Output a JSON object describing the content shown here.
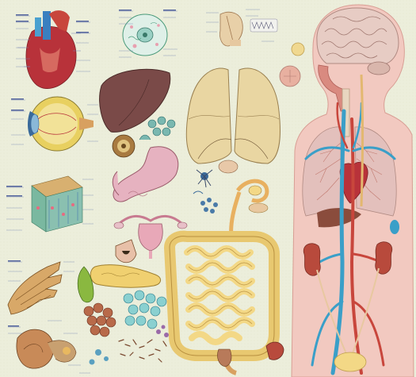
{
  "palette": {
    "background": "#eceedb",
    "torso_skin": "#f2c9c0",
    "heart_red": "#b8323a",
    "vein_blue": "#3a9fc8",
    "artery_red": "#c8463c",
    "liver": "#7a4a48",
    "lung": "#e9d6a2",
    "intestine": "#f3d886",
    "brain": "#e7ccc4",
    "kidney": "#b84a3c",
    "label_ink": "#3a4a78",
    "leader_line": "#7a86b4"
  },
  "illustrations": [
    {
      "id": "heart",
      "icon": "heart-section-icon"
    },
    {
      "id": "cell",
      "icon": "cell-diagram-icon"
    },
    {
      "id": "inner-ear",
      "icon": "inner-ear-icon"
    },
    {
      "id": "eye",
      "icon": "eye-cross-section-icon"
    },
    {
      "id": "skin",
      "icon": "skin-block-icon"
    },
    {
      "id": "hand-bones",
      "icon": "hand-bone-icon"
    },
    {
      "id": "ear",
      "icon": "ear-anatomy-icon"
    },
    {
      "id": "liver",
      "icon": "liver-icon"
    },
    {
      "id": "lungs",
      "icon": "lungs-icon"
    },
    {
      "id": "stomach",
      "icon": "stomach-icon"
    },
    {
      "id": "intestines",
      "icon": "intestines-icon"
    },
    {
      "id": "reproductive",
      "icon": "uterus-icon"
    },
    {
      "id": "pancreas",
      "icon": "pancreas-icon"
    },
    {
      "id": "gallbladder",
      "icon": "gallbladder-icon"
    },
    {
      "id": "human-torso",
      "icon": "human-torso-icon"
    }
  ]
}
